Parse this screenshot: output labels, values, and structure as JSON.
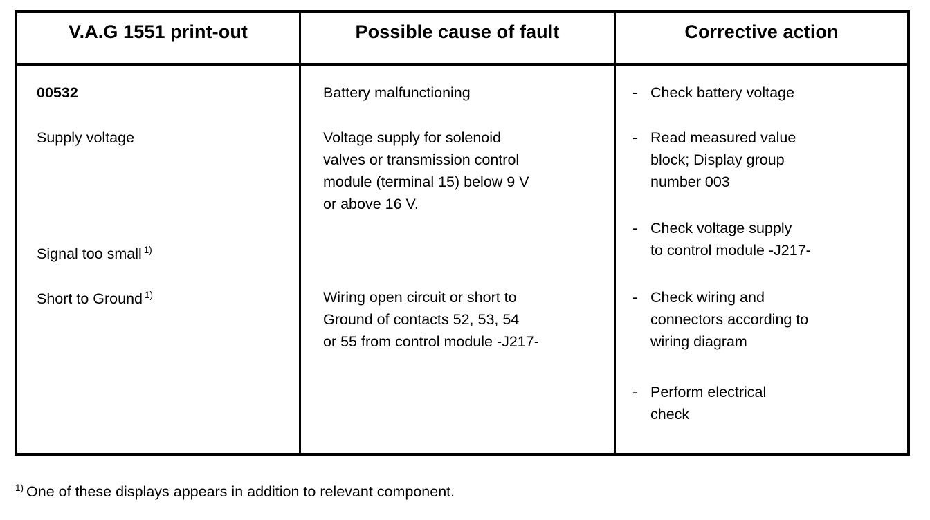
{
  "document": {
    "type": "fault-code-table",
    "footnote_marker": "1)",
    "footnote_text": "One of these displays appears in addition to relevant component."
  },
  "table": {
    "headers": [
      "V.A.G 1551 print-out",
      "Possible cause of fault",
      "Corrective action"
    ],
    "column_1": {
      "fault_code": "00532",
      "fault_name": "Supply voltage",
      "display_1": "Signal too small",
      "display_1_marker": "1)",
      "display_2": "Short to Ground",
      "display_2_marker": "1)"
    },
    "column_2": {
      "cause_1": "Battery malfunctioning",
      "cause_2": "Voltage supply for solenoid\nvalves or transmission control\nmodule (terminal 15) below 9 V\nor above 16 V.",
      "cause_3": "Wiring open circuit or short to\nGround of contacts 52, 53, 54\nor 55 from control module -J217-"
    },
    "column_3": {
      "dash": "-",
      "actions": [
        "Check battery voltage",
        "Read measured value\nblock; Display group\nnumber 003",
        "Check voltage supply\nto control module -J217-",
        "Check wiring and\nconnectors according to\nwiring diagram",
        "Perform electrical\ncheck"
      ]
    }
  },
  "colors": {
    "ink": "#000000",
    "paper": "#ffffff"
  }
}
